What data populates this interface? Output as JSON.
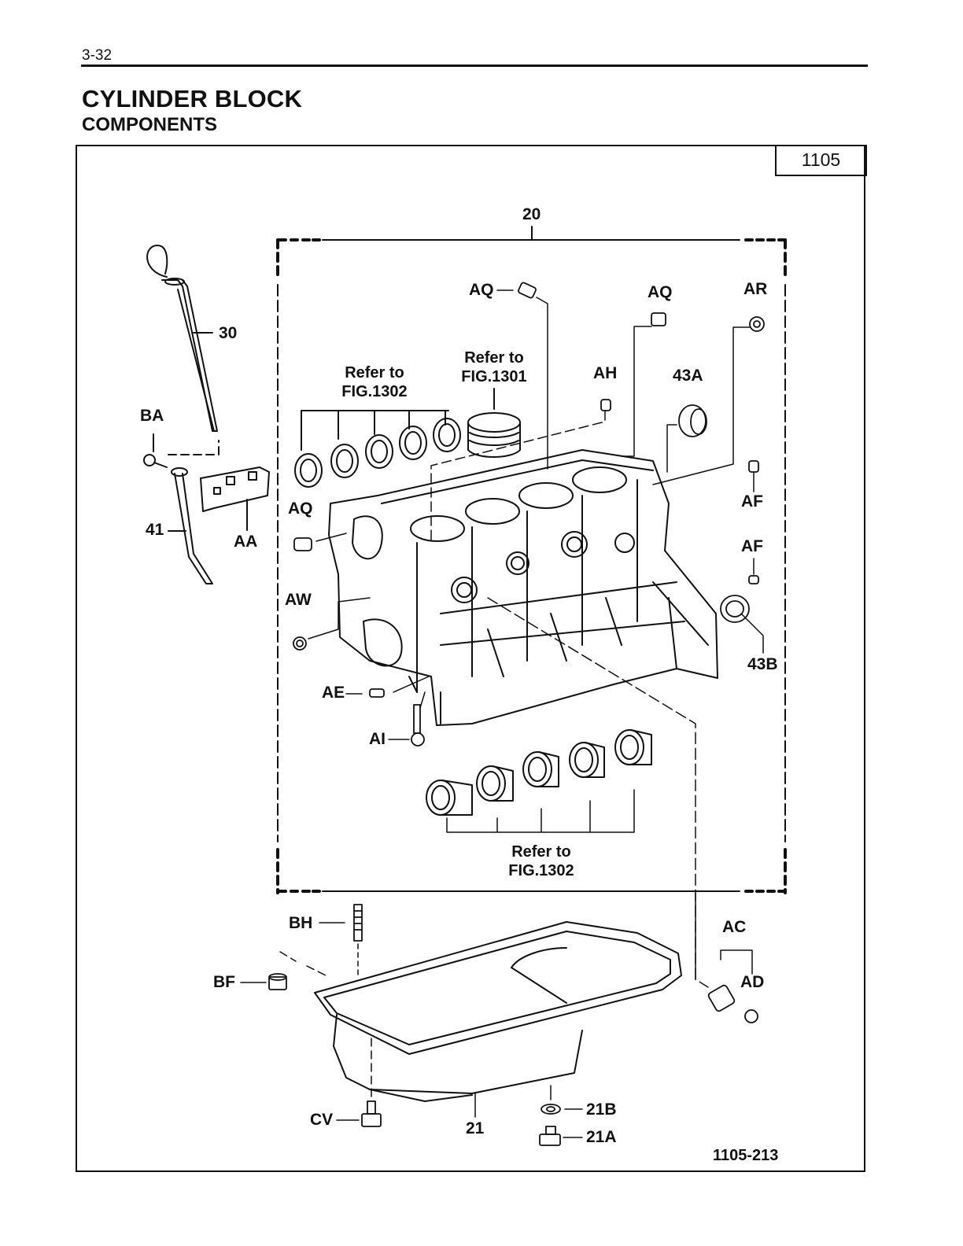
{
  "page": {
    "number": "3-32",
    "title": "CYLINDER BLOCK",
    "subtitle": "COMPONENTS"
  },
  "figure": {
    "group_code": "1105",
    "illustration_code": "1105-213"
  },
  "labels": {
    "assembly": "20",
    "dipstick": "30",
    "dipstick_guide": "41",
    "guide_bolt": "BA",
    "bracket": "AA",
    "plug_top": "AQ",
    "plug_mid": "AQ",
    "plug_left": "AQ",
    "plug_right": "AR",
    "ah": "AH",
    "plug_43a": "43A",
    "pin_af1": "AF",
    "pin_af2": "AF",
    "aw": "AW",
    "seal_43b": "43B",
    "ae": "AE",
    "ai": "AI",
    "bh": "BH",
    "bf": "BF",
    "ac": "AC",
    "ad": "AD",
    "cv": "CV",
    "pan": "21",
    "gasket_21b": "21B",
    "drain_21a": "21A"
  },
  "refs": {
    "upper_bearings": [
      "Refer to",
      "FIG.1302"
    ],
    "piston": [
      "Refer to",
      "FIG.1301"
    ],
    "lower_bearings": [
      "Refer to",
      "FIG.1302"
    ]
  }
}
